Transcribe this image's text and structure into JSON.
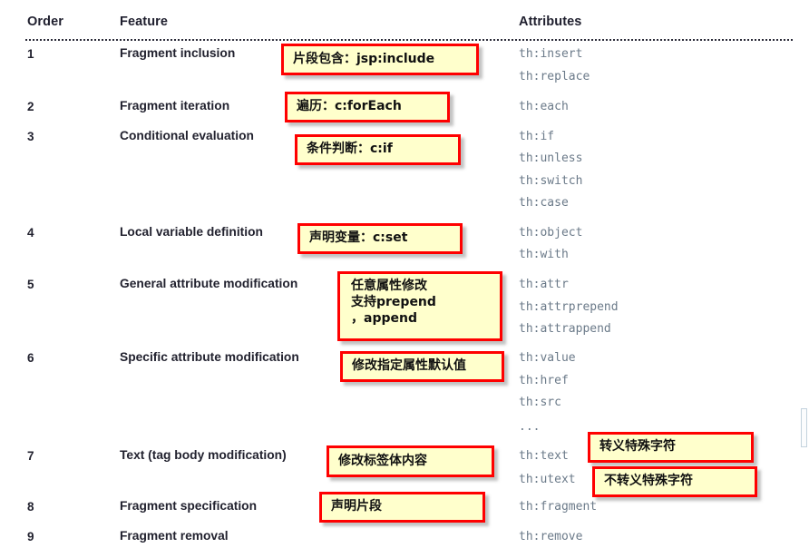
{
  "table": {
    "columns": {
      "order": "Order",
      "feature": "Feature",
      "attributes": "Attributes"
    },
    "rows": [
      {
        "order": "1",
        "feature": "Fragment inclusion",
        "attributes": [
          "th:insert",
          "th:replace"
        ]
      },
      {
        "order": "2",
        "feature": "Fragment iteration",
        "attributes": [
          "th:each"
        ]
      },
      {
        "order": "3",
        "feature": "Conditional evaluation",
        "attributes": [
          "th:if",
          "th:unless",
          "th:switch",
          "th:case"
        ]
      },
      {
        "order": "4",
        "feature": "Local variable definition",
        "attributes": [
          "th:object",
          "th:with"
        ]
      },
      {
        "order": "5",
        "feature": "General attribute modification",
        "attributes": [
          "th:attr",
          "th:attrprepend",
          "th:attrappend"
        ]
      },
      {
        "order": "6",
        "feature": "Specific attribute modification",
        "attributes": [
          "th:value",
          "th:href",
          "th:src",
          "..."
        ]
      },
      {
        "order": "7",
        "feature": "Text (tag body modification)",
        "attributes": [
          "th:text",
          "th:utext"
        ]
      },
      {
        "order": "8",
        "feature": "Fragment specification",
        "attributes": [
          "th:fragment"
        ]
      },
      {
        "order": "9",
        "feature": "Fragment removal",
        "attributes": [
          "th:remove"
        ]
      }
    ]
  },
  "annotations": [
    {
      "id": "fragment-inclusion",
      "text": "片段包含：jsp:include"
    },
    {
      "id": "fragment-iteration",
      "text": "遍历：c:forEach"
    },
    {
      "id": "conditional",
      "text": "条件判断：c:if"
    },
    {
      "id": "local-variable",
      "text": "声明变量：c:set"
    },
    {
      "id": "general-attribute",
      "text": "任意属性修改\n支持prepend\n，append"
    },
    {
      "id": "specific-attribute",
      "text": "修改指定属性默认值"
    },
    {
      "id": "text-body",
      "text": "修改标签体内容"
    },
    {
      "id": "fragment-spec",
      "text": "声明片段"
    },
    {
      "id": "escape-special",
      "text": "转义特殊字符"
    },
    {
      "id": "no-escape-special",
      "text": "不转义特殊字符"
    }
  ],
  "colors": {
    "callout_fill": "#FFFFCC",
    "callout_border": "#FF0000",
    "attribute_text": "#6B7A89",
    "heading_text": "#1F1F2E"
  }
}
